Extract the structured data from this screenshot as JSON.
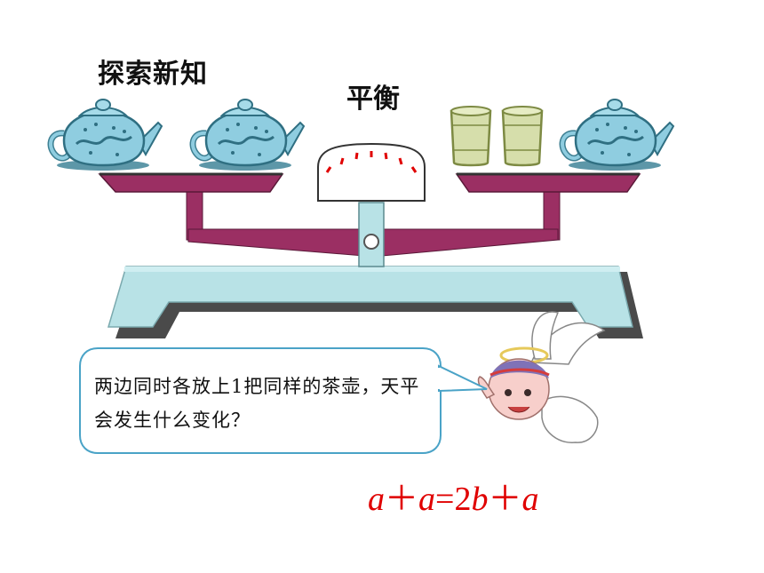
{
  "slide": {
    "title": "探索新知",
    "state_label": "平衡",
    "speech_bubble": "两边同时各放上1把同样的茶壶，天平会发生什么变化？",
    "equation": {
      "parts": [
        "a",
        "＋",
        "a",
        "=2",
        "b",
        "＋",
        "a"
      ]
    }
  },
  "scene": {
    "left_pan_items": [
      "teapot-icon",
      "teapot-icon"
    ],
    "right_pan_items": [
      "cup-icon",
      "cup-icon",
      "teapot-icon"
    ],
    "colors": {
      "pan": "#9b2f63",
      "base": "#b8e2e6",
      "teapot": "#8fcde0",
      "cup": "#d6deab",
      "equation": "#e00000"
    }
  }
}
